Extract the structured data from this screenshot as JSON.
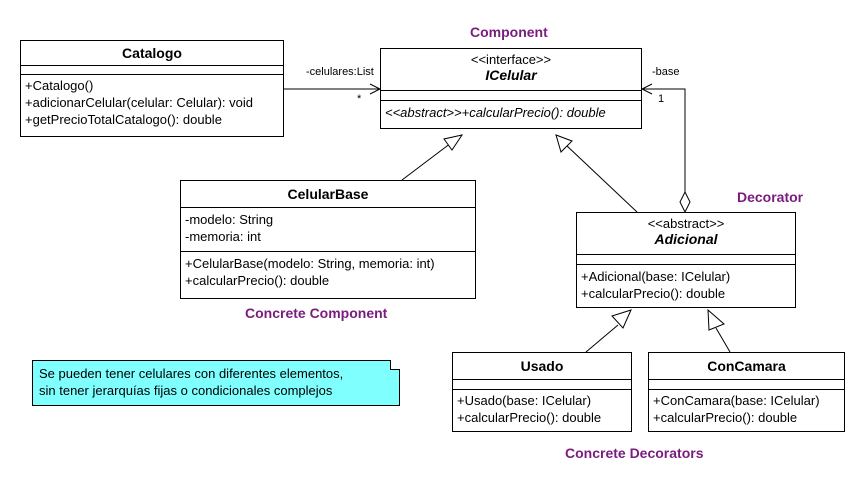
{
  "roles": {
    "component": "Component",
    "decorator": "Decorator",
    "concrete_component": "Concrete Component",
    "concrete_decorators": "Concrete Decorators"
  },
  "classes": {
    "catalogo": {
      "name": "Catalogo",
      "methods": [
        "+Catalogo()",
        "+adicionarCelular(celular: Celular): void",
        "+getPrecioTotalCatalogo(): double"
      ]
    },
    "icelular": {
      "stereotype": "<<interface>>",
      "name": "ICelular",
      "methods": [
        "<<abstract>>+calcularPrecio(): double"
      ]
    },
    "celularbase": {
      "name": "CelularBase",
      "attributes": [
        "-modelo: String",
        "-memoria: int"
      ],
      "methods": [
        "+CelularBase(modelo: String, memoria: int)",
        "+calcularPrecio(): double"
      ]
    },
    "adicional": {
      "stereotype": "<<abstract>>",
      "name": "Adicional",
      "methods": [
        "+Adicional(base: ICelular)",
        "+calcularPrecio(): double"
      ]
    },
    "usado": {
      "name": "Usado",
      "methods": [
        "+Usado(base: ICelular)",
        "+calcularPrecio(): double"
      ]
    },
    "concamara": {
      "name": "ConCamara",
      "methods": [
        "+ConCamara(base: ICelular)",
        "+calcularPrecio(): double"
      ]
    }
  },
  "associations": {
    "celulares_role": "-celulares:List",
    "celulares_mult": "*",
    "base_role": "-base",
    "base_mult": "1"
  },
  "note": {
    "lines": [
      "Se pueden tener celulares con diferentes elementos,",
      "sin tener jerarquías fijas o condicionales complejos"
    ]
  },
  "colors": {
    "role_text": "#7a1b7e",
    "note_fill": "#80ffff"
  }
}
